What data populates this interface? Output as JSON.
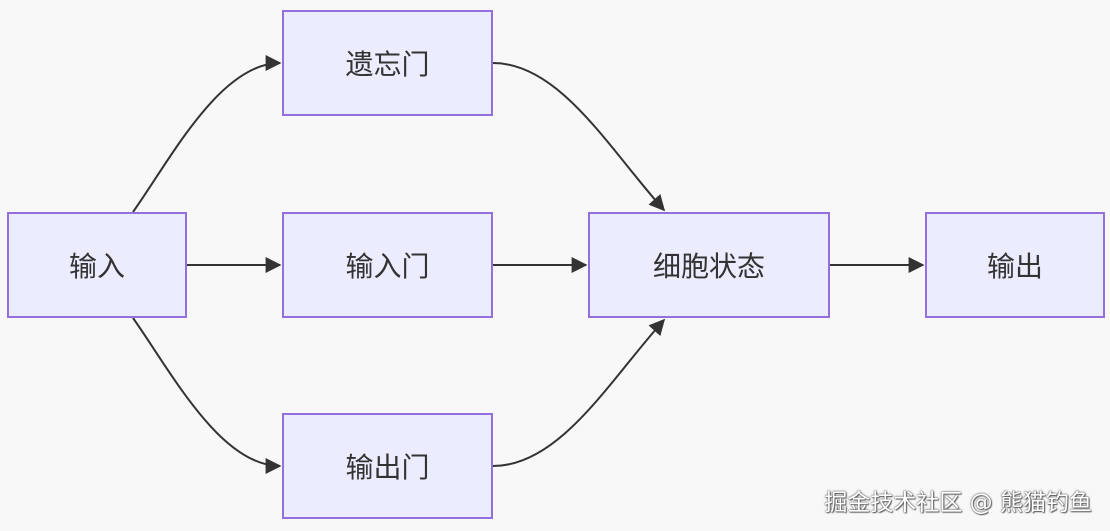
{
  "diagram": {
    "nodes": {
      "input": "输入",
      "forget_gate": "遗忘门",
      "input_gate": "输入门",
      "output_gate": "输出门",
      "cell_state": "细胞状态",
      "output": "输出"
    },
    "edges": [
      {
        "from": "input",
        "to": "forget_gate"
      },
      {
        "from": "input",
        "to": "input_gate"
      },
      {
        "from": "input",
        "to": "output_gate"
      },
      {
        "from": "forget_gate",
        "to": "cell_state"
      },
      {
        "from": "input_gate",
        "to": "cell_state"
      },
      {
        "from": "output_gate",
        "to": "cell_state"
      },
      {
        "from": "cell_state",
        "to": "output"
      }
    ],
    "colors": {
      "node_fill": "#ececff",
      "node_border": "#9370db",
      "edge": "#333333",
      "background": "#f8f8f8"
    }
  },
  "watermark": "掘金技术社区 @ 熊猫钓鱼"
}
